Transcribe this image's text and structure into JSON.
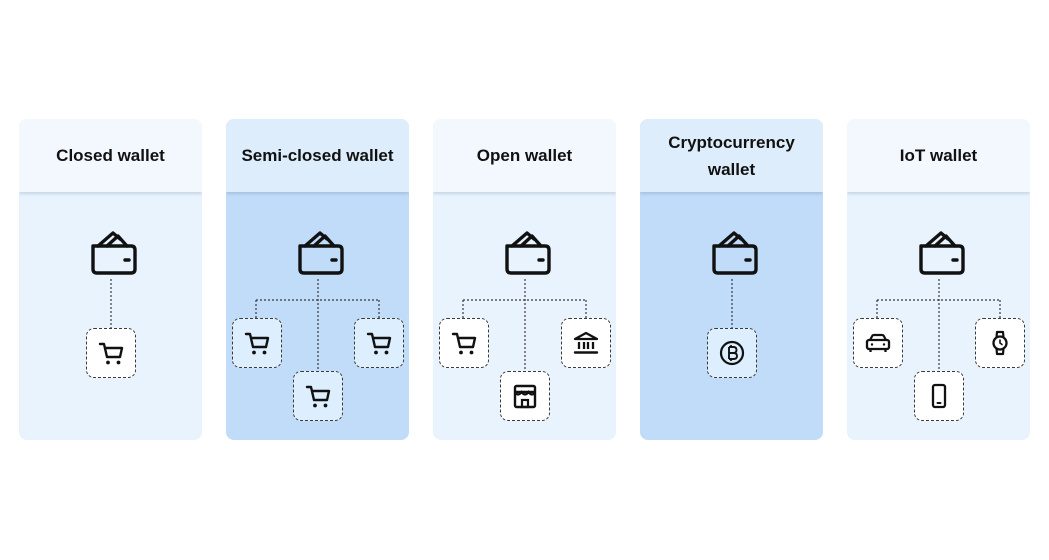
{
  "cards": [
    {
      "title": "Closed wallet",
      "children": [
        "shopping-cart-icon"
      ]
    },
    {
      "title": "Semi-closed wallet",
      "children": [
        "shopping-cart-icon",
        "shopping-cart-icon",
        "shopping-cart-icon"
      ]
    },
    {
      "title": "Open wallet",
      "children": [
        "shopping-cart-icon",
        "store-icon",
        "bank-icon"
      ]
    },
    {
      "title": "Cryptocurrency wallet",
      "children": [
        "bitcoin-icon"
      ]
    },
    {
      "title": "IoT wallet",
      "children": [
        "car-icon",
        "smartphone-icon",
        "smartwatch-icon"
      ]
    }
  ],
  "colors": {
    "card_light": "#e9f3fd",
    "card_dark": "#c0dcf8",
    "icon_stroke": "#111111",
    "connector": "#3a3a3a"
  }
}
